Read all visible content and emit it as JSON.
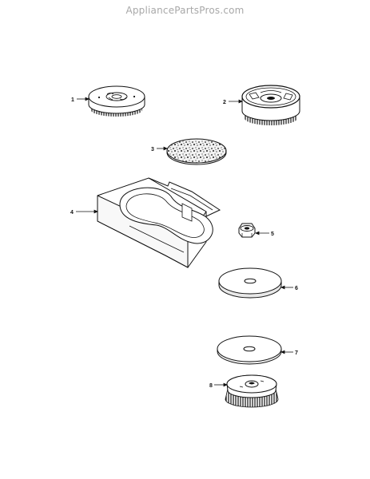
{
  "header": {
    "watermark": "AppliancePartsPros.com"
  },
  "parts": [
    {
      "number": "1"
    },
    {
      "number": "2"
    },
    {
      "number": "3"
    },
    {
      "number": "4"
    },
    {
      "number": "5"
    },
    {
      "number": "6"
    },
    {
      "number": "7"
    },
    {
      "number": "8"
    }
  ]
}
